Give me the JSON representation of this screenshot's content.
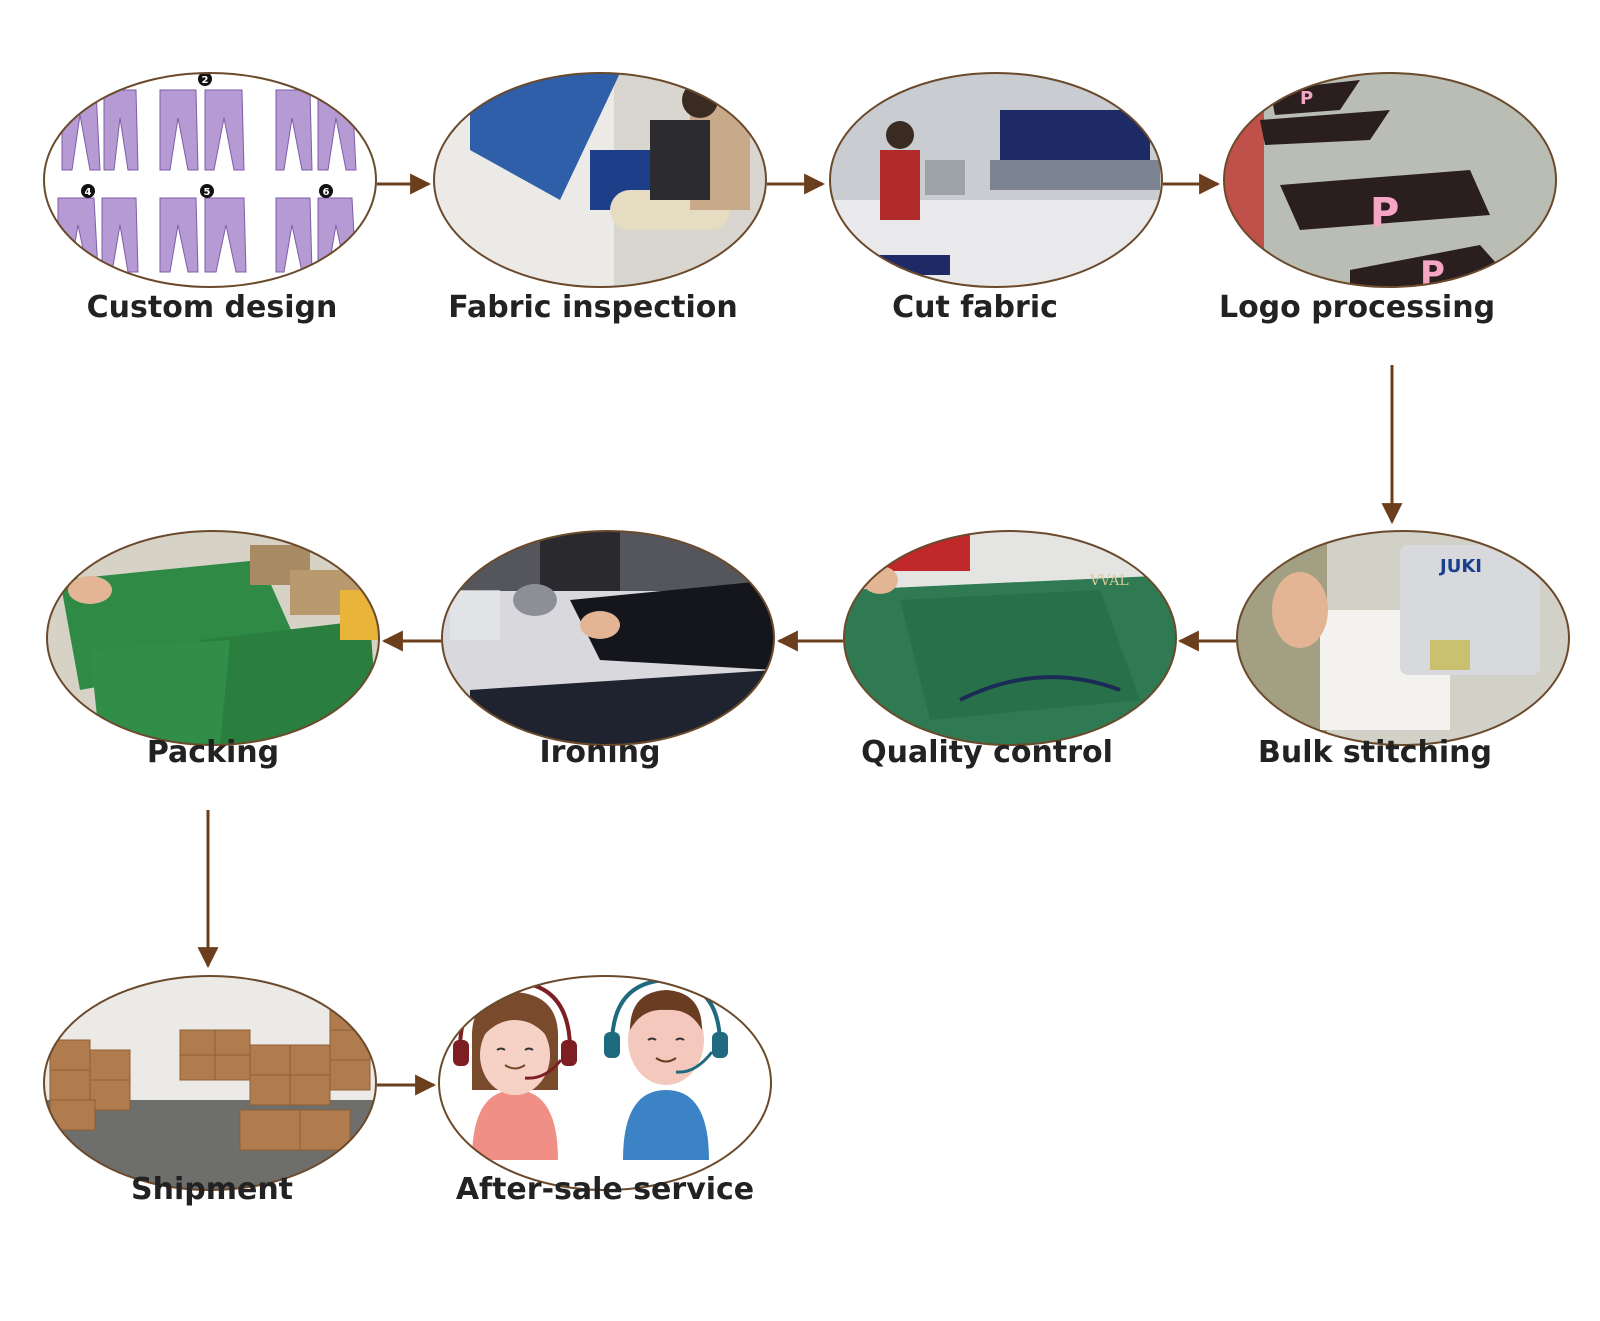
{
  "colors": {
    "arrow": "#6b3f1d",
    "frame": "#6b4a2c",
    "label": "#222222"
  },
  "steps": [
    {
      "id": "custom-design",
      "label": "Custom design"
    },
    {
      "id": "fabric-inspection",
      "label": "Fabric inspection"
    },
    {
      "id": "cut-fabric",
      "label": "Cut fabric"
    },
    {
      "id": "logo-processing",
      "label": "Logo processing"
    },
    {
      "id": "bulk-stitching",
      "label": "Bulk stitching"
    },
    {
      "id": "quality-control",
      "label": "Quality control"
    },
    {
      "id": "ironing",
      "label": "Ironing"
    },
    {
      "id": "packing",
      "label": "Packing"
    },
    {
      "id": "shipment",
      "label": "Shipment"
    },
    {
      "id": "after-sale-service",
      "label": "After-sale service"
    }
  ],
  "badges": {
    "design": [
      "2",
      "4",
      "5",
      "6"
    ],
    "logo": [
      "P",
      "P",
      "P"
    ],
    "stitch_brand": "JUKI",
    "qc_brand": "VVAL"
  }
}
